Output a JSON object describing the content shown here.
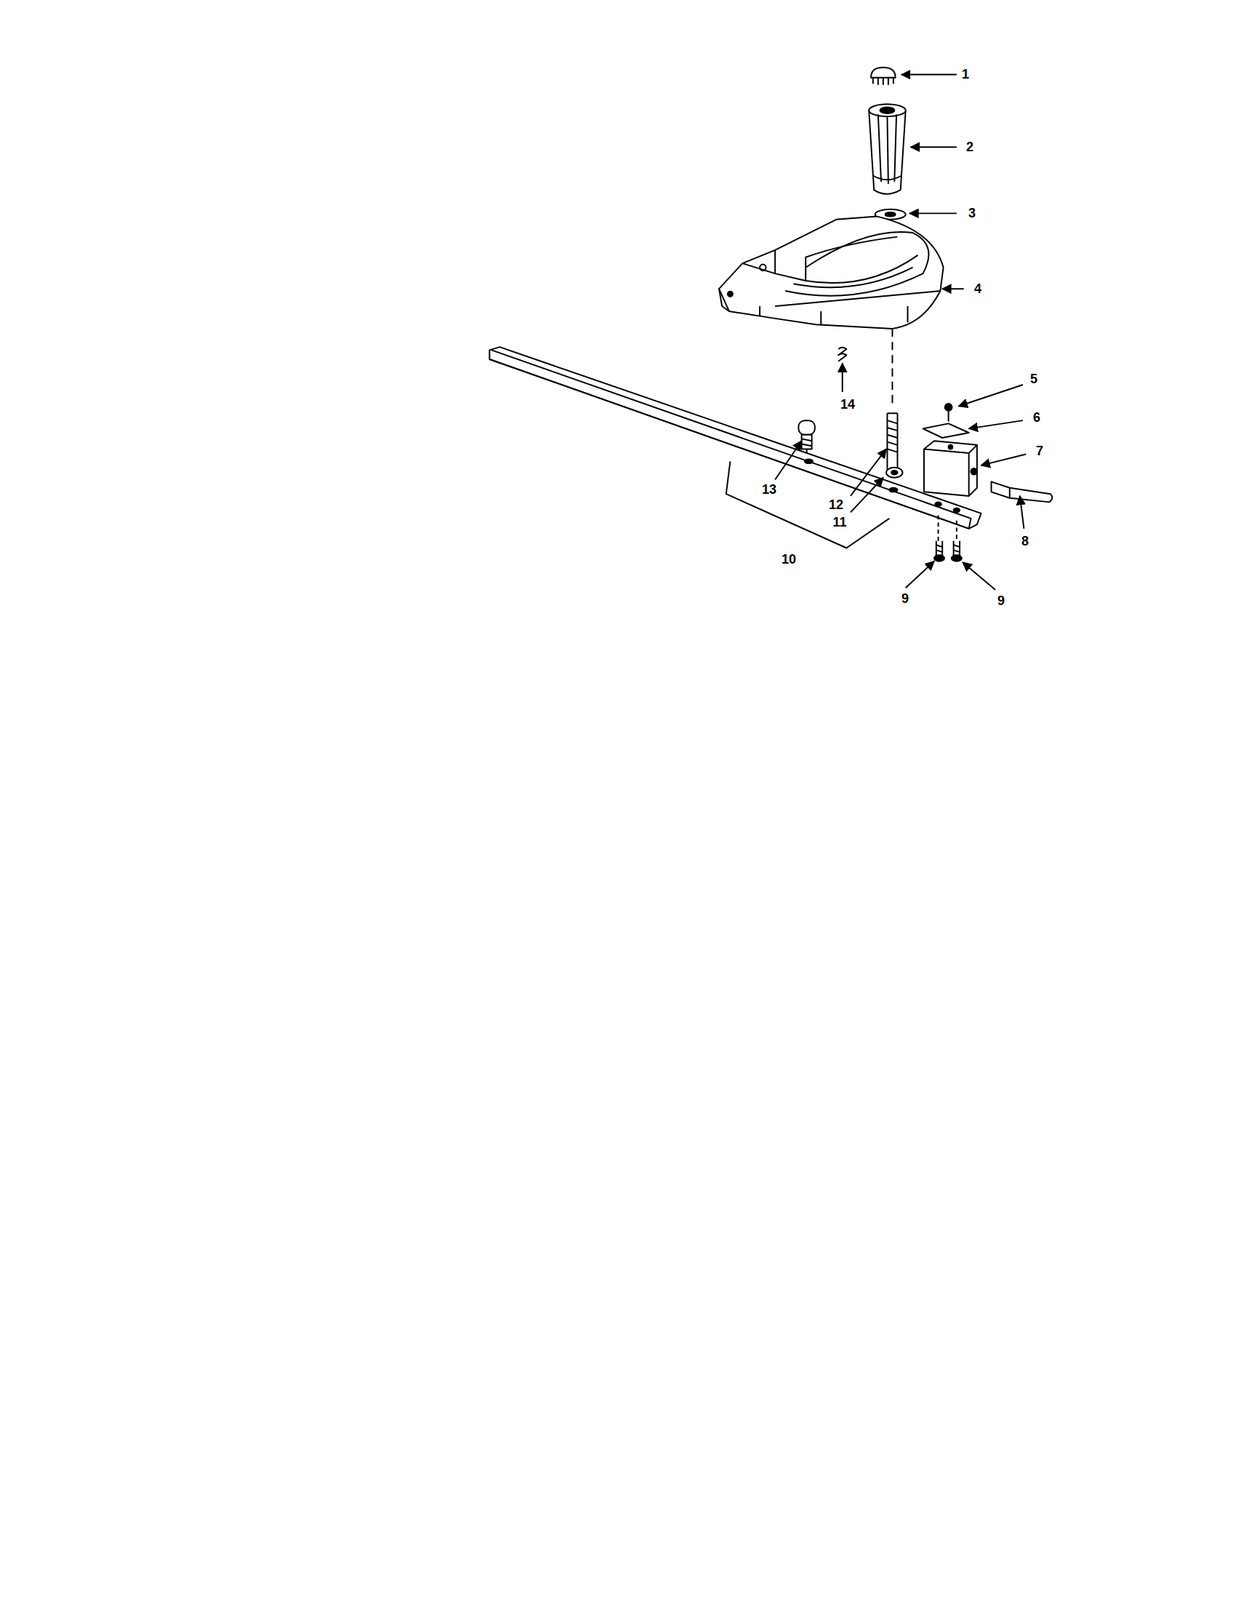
{
  "diagram": {
    "labels": [
      "1",
      "2",
      "3",
      "4",
      "14",
      "5",
      "6",
      "7",
      "13",
      "12",
      "11",
      "8",
      "10",
      "9",
      "9"
    ]
  }
}
